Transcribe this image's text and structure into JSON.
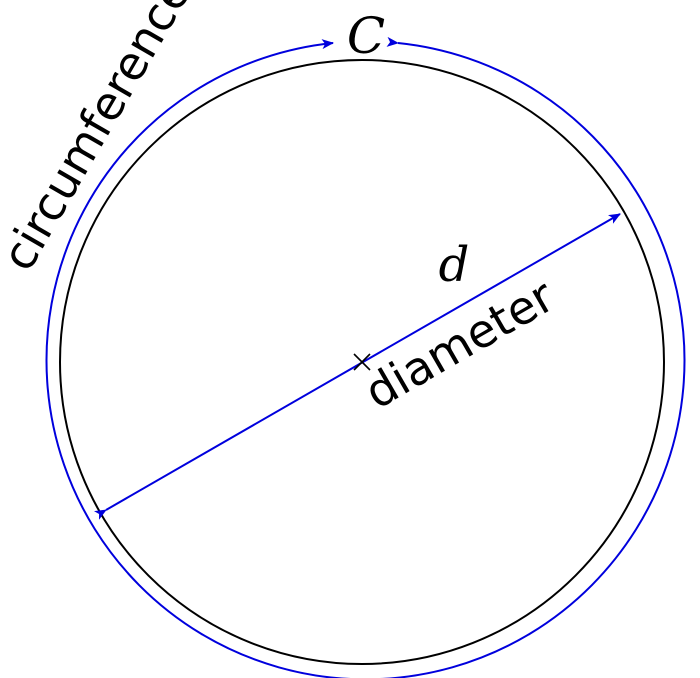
{
  "labels": {
    "circumference_word": "circumference",
    "circumference_symbol": "C",
    "diameter_symbol": "d",
    "diameter_word": "diameter"
  },
  "colors": {
    "circle": "#000000",
    "annotation": "#0000dd",
    "text": "#000000"
  }
}
